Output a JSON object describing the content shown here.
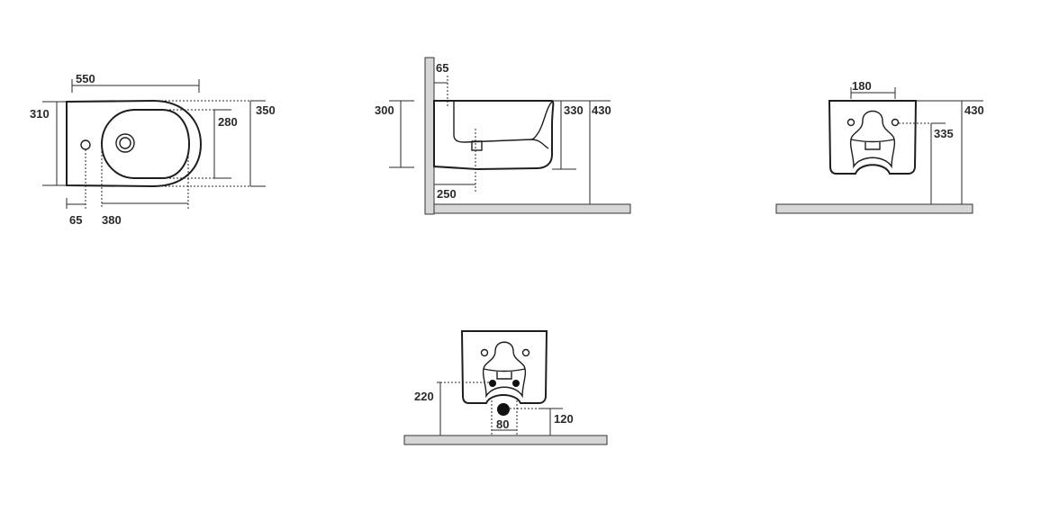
{
  "top_view": {
    "length": "550",
    "width_left": "310",
    "bowl_width": "280",
    "overall_width": "350",
    "tap_offset": "65",
    "bowl_length": "380"
  },
  "side_view": {
    "fixing_offset": "65",
    "body_height": "300",
    "rim_height": "330",
    "floor_to_top": "430",
    "drain_distance": "250"
  },
  "rear_view": {
    "fixing_spacing": "180",
    "overall_height": "430",
    "fixing_height": "335"
  },
  "rear_connections_view": {
    "drain_height": "220",
    "waste_height": "120",
    "waste_spacing": "80"
  }
}
